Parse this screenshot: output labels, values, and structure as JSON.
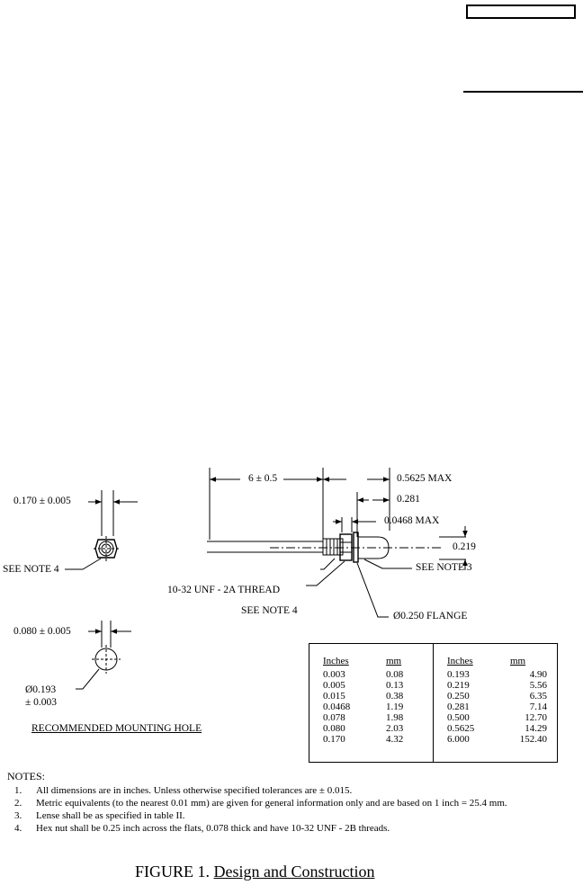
{
  "drawing": {
    "dims": {
      "width_0170": "0.170 ± 0.005",
      "length_6": "6 ± 0.5",
      "max_05625": "0.5625 MAX",
      "dim_0281": "0.281",
      "max_00468": "0.0468 MAX",
      "dim_0219": "0.219",
      "dim_0080": "0.080 ± 0.005",
      "hole_dia": "Ø0.193",
      "hole_tol": "± 0.003"
    },
    "callouts": {
      "see_note_4_left": "SEE NOTE 4",
      "thread": "10-32 UNF - 2A THREAD",
      "see_note_3": "SEE NOTE 3",
      "see_note_4_center": "SEE NOTE 4",
      "flange": "Ø0.250 FLANGE"
    },
    "mounting_hole_caption": "RECOMMENDED MOUNTING HOLE"
  },
  "conversion_table": {
    "left": {
      "header_in": "Inches",
      "header_mm": "mm",
      "inches": [
        "0.003",
        "0.005",
        "0.015",
        "0.0468",
        "0.078",
        "0.080",
        "0.170"
      ],
      "mm": [
        "0.08",
        "0.13",
        "0.38",
        "1.19",
        "1.98",
        "2.03",
        "4.32"
      ]
    },
    "right": {
      "header_in": "Inches",
      "header_mm": "mm",
      "inches": [
        "0.193",
        "0.219",
        "0.250",
        "0.281",
        "0.500",
        "0.5625",
        "6.000"
      ],
      "mm": [
        "4.90",
        "5.56",
        "6.35",
        "7.14",
        "12.70",
        "14.29",
        "152.40"
      ]
    }
  },
  "notes": {
    "title": "NOTES:",
    "items": [
      {
        "num": "1.",
        "text": "All dimensions are in inches.  Unless otherwise specified tolerances are ± 0.015."
      },
      {
        "num": "2.",
        "text": "Metric equivalents (to the nearest 0.01 mm) are given for general information only and are based on 1 inch = 25.4 mm."
      },
      {
        "num": "3.",
        "text": "Lense shall be as specified in table II."
      },
      {
        "num": "4.",
        "text": "Hex nut shall be 0.25 inch across the flats, 0.078 thick and have 10-32 UNF - 2B threads."
      }
    ]
  },
  "figure": {
    "label": "FIGURE 1.",
    "title": "Design and Construction"
  }
}
